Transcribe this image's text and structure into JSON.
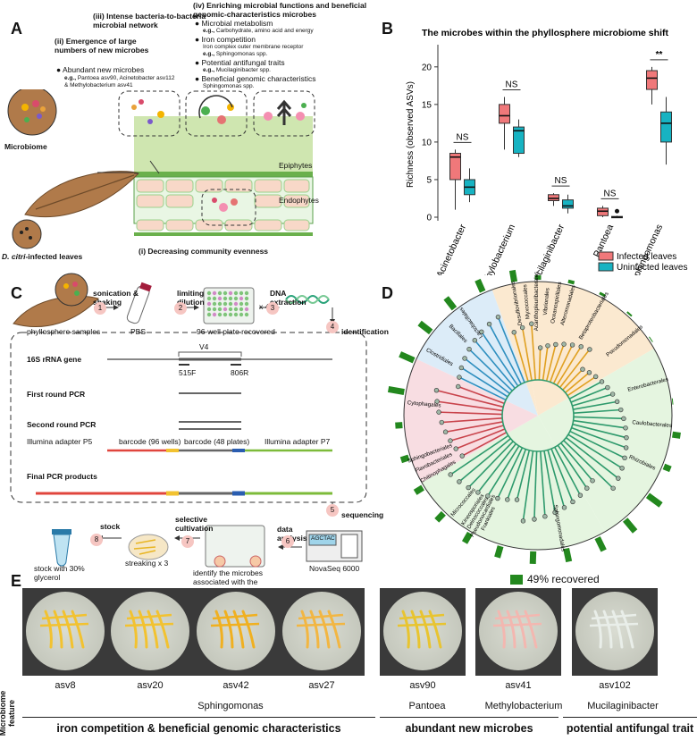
{
  "panel_a": {
    "label": "A",
    "iii_title": "(iii) Intense bacteria-to-bacteria microbial network",
    "ii_title": "(ii) Emergence of large numbers of new microbes",
    "ii_bullet": "Abundant new microbes",
    "ii_eg_prefix": "e.g.,",
    "ii_eg": "Pantoea asv90, Acinetobacter asv112 & Methylobacterium asv41",
    "iv_title": "(iv) Enriching microbial functions and beneficial genomic-characteristics microbes",
    "iv_items": [
      {
        "head": "Microbial metabolism",
        "eg": "Carbohydrate, amino acid and energy",
        "has_eg": true
      },
      {
        "head": "Iron competition",
        "eg": "Iron complex outer membrane receptor",
        "eg2": "Sphingomonas spp.",
        "has_eg": false
      },
      {
        "head": "Potential antifungal traits",
        "eg": "Mucilaginibacter spp.",
        "has_eg": true
      },
      {
        "head": "Beneficial genomic characteristics",
        "eg": "Sphingomonas spp.",
        "has_eg": false
      }
    ],
    "microbiome_label": "Microbiome",
    "infected_label_italic": "D. citri",
    "infected_label_rest": "-infected leaves",
    "epiphytes": "Epiphytes",
    "endophytes": "Endophytes",
    "i_caption": "(i) Decreasing community evenness"
  },
  "panel_b": {
    "label": "B",
    "colors": {
      "infected": "#f0787a",
      "uninfected": "#17b3c2"
    }
  },
  "chart_data": {
    "type": "box",
    "title": "The microbes within the phyllosphere microbiome shift",
    "ylabel": "Richness (observed ASVs)",
    "ylim": [
      0,
      22
    ],
    "yticks": [
      0,
      5,
      10,
      15,
      20
    ],
    "categories": [
      "Acinetobacter",
      "Methylobacterium",
      "Mucilaginibacter",
      "Pantoea",
      "Sphingomonas"
    ],
    "significance": [
      "NS",
      "NS",
      "NS",
      "NS",
      "**"
    ],
    "series": [
      {
        "name": "Infected leaves",
        "boxes": [
          [
            1,
            5,
            8,
            8.5,
            9
          ],
          [
            9,
            12.5,
            13.5,
            15,
            16
          ],
          [
            1.5,
            2.2,
            2.5,
            3,
            3.2
          ],
          [
            0,
            0.2,
            0.8,
            1.2,
            1.5
          ],
          [
            15,
            17,
            18.5,
            19.5,
            20
          ]
        ],
        "outliers": [
          [],
          [],
          [],
          [],
          []
        ]
      },
      {
        "name": "Uninfected leaves",
        "boxes": [
          [
            2,
            3,
            4,
            5,
            6.5
          ],
          [
            8,
            8.5,
            11.5,
            12,
            13
          ],
          [
            0.5,
            1.2,
            1.5,
            2.3,
            3
          ],
          [
            0,
            0,
            0,
            0.1,
            0.2
          ],
          [
            7,
            10,
            12.5,
            14,
            16
          ]
        ],
        "outliers": [
          [],
          [],
          [],
          [
            0.8
          ],
          []
        ]
      }
    ],
    "legend_position": "bottom-right"
  },
  "panel_c": {
    "label": "C",
    "phyllo": "phyllosphere samples",
    "pbs": "PBS",
    "step1": "sonication & shaking",
    "step2": "limiting dilution",
    "plate96": "96-well plate recovered",
    "x48": "x 48",
    "step3": "DNA extraction",
    "step4": "identification",
    "rrna": "16S rRNA gene",
    "v4": "V4",
    "f515": "515F",
    "r806": "806R",
    "first": "First round PCR",
    "second": "Second round PCR",
    "p5": "Illumina adapter P5",
    "bc96": "barcode (96 wells)",
    "bc48": "barcode (48 plates)",
    "p7": "Illumina adapter P7",
    "final": "Final PCR products",
    "step5": "sequencing",
    "seqtext": "AGCTAC",
    "novaseq": "NovaSeq 6000",
    "step6": "data analysis",
    "identify": "identify the microbes associated with the microbiome shift",
    "step7": "selective cultivation",
    "streaking": "streaking x 3",
    "step8": "stock",
    "stocktext": "stock with 30% glycerol",
    "nums": [
      "1",
      "2",
      "3",
      "4",
      "5",
      "6",
      "7",
      "8"
    ]
  },
  "panel_d": {
    "label": "D",
    "recovered": "49% recovered",
    "orders": [
      "Lactobacillales",
      "Desulfovibrionales",
      "Myxococcales",
      "Acanthopleuribacterales",
      "Vibrionales",
      "Oceanospirillales",
      "Alteromonadales",
      "Betaproteobacteriales",
      "Pseudomonadales",
      "Enterobacterales",
      "Caulobacterales",
      "Rhizobiales",
      "Sphingomonadales",
      "Frankiales",
      "Pseudonocardiales",
      "Deinococcales",
      "Kineosporiales",
      "Micrococcales",
      "Chitinophagales",
      "Flavobacteriales",
      "Sphingobacteriales",
      "Cytophagales",
      "Clostridiales",
      "Bacillales"
    ]
  },
  "panel_e": {
    "label": "E",
    "y_label": "Microbiome feature",
    "plates": [
      "asv8",
      "asv20",
      "asv42",
      "asv27",
      "asv90",
      "asv41",
      "asv102"
    ],
    "genera": [
      "Sphingomonas",
      "Pantoea",
      "Methylobacterium",
      "Mucilaginibacter"
    ],
    "features": [
      "iron competition & beneficial genomic characteristics",
      "abundant new microbes",
      "potential antifungal trait"
    ]
  }
}
